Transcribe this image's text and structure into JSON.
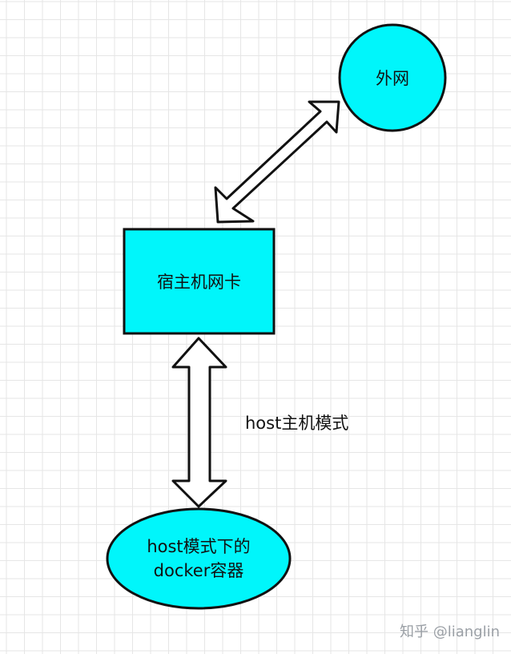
{
  "diagram": {
    "nodes": {
      "internet": {
        "label": "外网"
      },
      "host_nic": {
        "label": "宿主机网卡"
      },
      "container": {
        "line1": "host模式下的",
        "line2": "docker容器"
      }
    },
    "edges": {
      "nic_internet": {
        "label": ""
      },
      "nic_container": {
        "label": "host主机模式"
      }
    }
  },
  "colors": {
    "node_fill": "#00f6fb",
    "stroke": "#111111",
    "grid": "#e6e6e6",
    "arrow_fill": "#ffffff"
  },
  "watermark": "知乎 @lianglin"
}
